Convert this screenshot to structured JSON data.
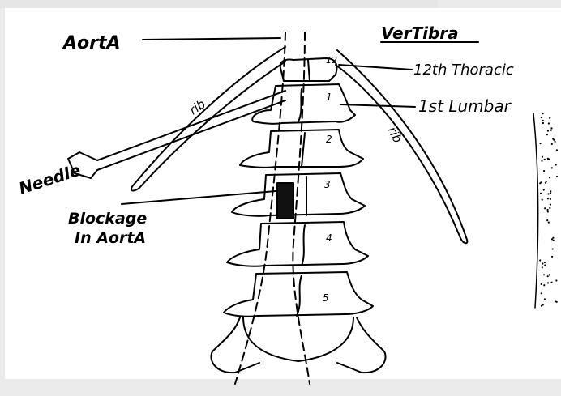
{
  "labels": {
    "aorta": "AortA",
    "vertebra": "VerTibra",
    "thoracic": "12th Thoracic",
    "lumbar": "1st Lumbar",
    "needle": "Needle",
    "blockage_line1": "Blockage",
    "blockage_line2": "In AortA",
    "rib_left": "rib",
    "rib_right": "rib"
  },
  "vertebra_numbers": [
    "12",
    "1",
    "2",
    "3",
    "4",
    "5"
  ],
  "colors": {
    "ink": "#000000",
    "paper": "#ffffff",
    "background": "#ebebeb",
    "blockage": "#111111"
  }
}
